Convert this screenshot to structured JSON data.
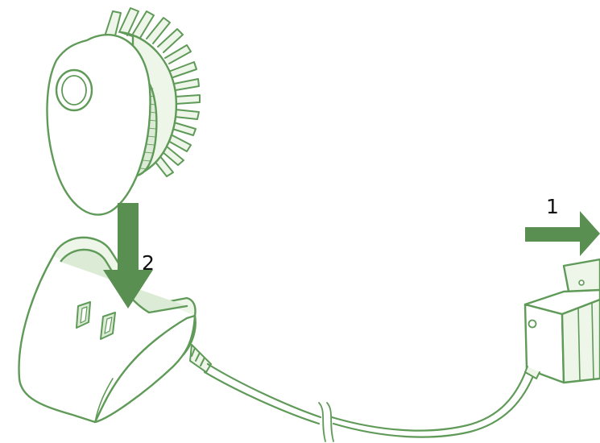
{
  "steps": [
    {
      "number": "1",
      "action": "plug-adapter-into-wall-outlet"
    },
    {
      "number": "2",
      "action": "place-device-onto-charging-stand"
    }
  ],
  "colors": {
    "line": "#5f9a58",
    "fill_light": "#eef6ea",
    "fill_mid": "#dcebd6",
    "arrow": "#5a8f52",
    "label": "#111111",
    "background": "#ffffff"
  },
  "icons": [
    "shower-brush-head-icon",
    "charging-stand-icon",
    "power-cord-icon",
    "wall-plug-adapter-icon",
    "arrow-right-icon",
    "arrow-down-icon"
  ]
}
